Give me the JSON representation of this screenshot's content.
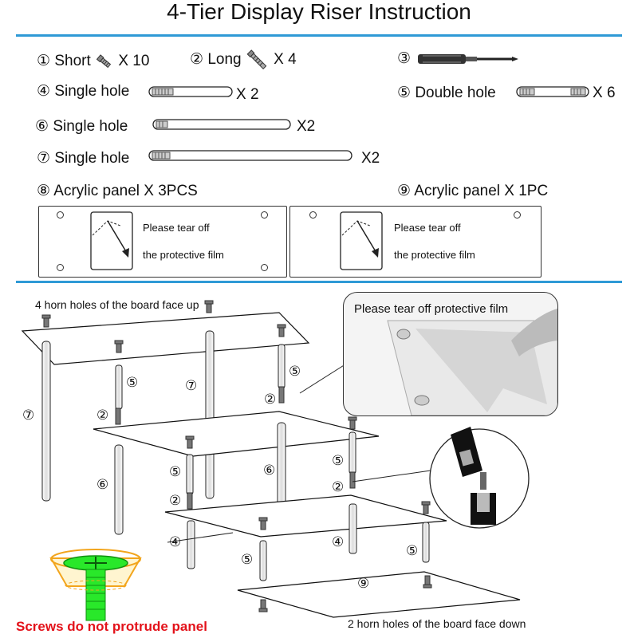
{
  "title": "4-Tier Display Riser Instruction",
  "parts": {
    "p1": {
      "num": "①",
      "name": "Short",
      "qty": "X 10"
    },
    "p2": {
      "num": "②",
      "name": "Long",
      "qty": "X  4"
    },
    "p3": {
      "num": "③"
    },
    "p4": {
      "num": "④",
      "name": "Single hole",
      "qty": "X 2"
    },
    "p5": {
      "num": "⑤",
      "name": "Double hole",
      "qty": "X 6"
    },
    "p6": {
      "num": "⑥",
      "name": "Single hole",
      "qty": "X2"
    },
    "p7": {
      "num": "⑦",
      "name": "Single hole",
      "qty": "X2"
    },
    "p8": {
      "num": "⑧",
      "name": "Acrylic panel X 3PCS"
    },
    "p9": {
      "num": "⑨",
      "name": "Acrylic panel X 1PC"
    }
  },
  "panel_film_text": {
    "line1": "Please tear off",
    "line2": "the protective film"
  },
  "assembly": {
    "top_note": "4 horn holes of the board face up",
    "bottom_note": "2 horn holes of the board face down",
    "callout_film": "Please tear off protective film",
    "warning": "Screws do not protrude panel",
    "labels": {
      "n2": "②",
      "n4": "④",
      "n5": "⑤",
      "n6": "⑥",
      "n7": "⑦",
      "n9": "⑨"
    }
  },
  "colors": {
    "rule": "#2f9ad6",
    "warning": "#e3121a",
    "screw_highlight": "#29e82a",
    "ring": "#f2a51d"
  },
  "icons": [
    "screw-short-icon",
    "screw-long-icon",
    "screwdriver-icon",
    "standoff-icon",
    "peel-arrow-icon"
  ]
}
